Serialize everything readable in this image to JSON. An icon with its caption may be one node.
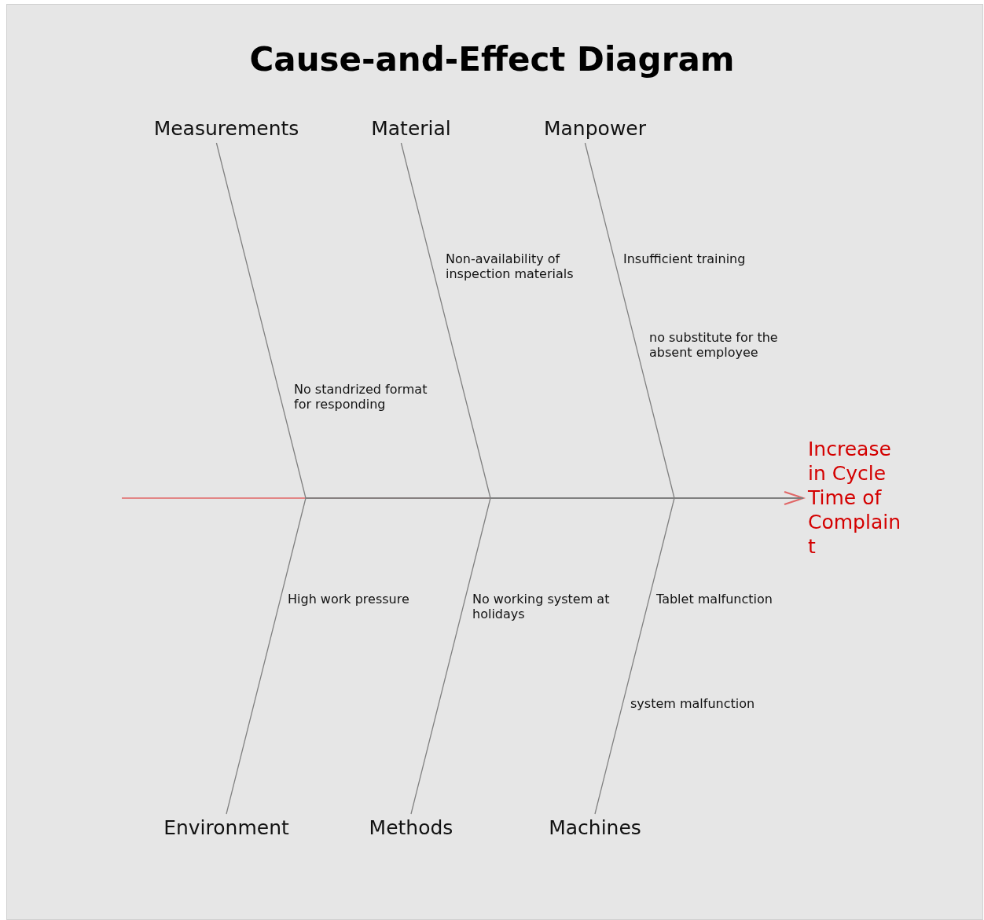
{
  "diagram": {
    "title": "Cause-and-Effect Diagram",
    "nodes": [
      {
        "text": [
          "Measurements"
        ]
      },
      {
        "text": [
          "Material"
        ]
      },
      {
        "text": [
          "Manpower"
        ]
      },
      {
        "text": [
          "Increase in Cycle Time of Complaint"
        ]
      },
      {
        "text": [
          "Environment"
        ]
      },
      {
        "text": [
          "Methods"
        ]
      },
      {
        "text": [
          "Machines"
        ]
      }
    ],
    "edges": [
      {
        "from": null,
        "to": 3,
        "arrow": "to",
        "color": "#e06666"
      },
      {
        "from": 0,
        "to": 3,
        "arrow": "none"
      },
      {
        "from": 1,
        "to": 3,
        "arrow": "none"
      },
      {
        "from": 2,
        "to": 3,
        "arrow": "none"
      },
      {
        "from": 4,
        "to": 3,
        "arrow": "none"
      },
      {
        "from": 5,
        "to": 3,
        "arrow": "none"
      },
      {
        "from": 6,
        "to": 3,
        "arrow": "none"
      }
    ],
    "labels": [
      "Non-availability of inspection materials",
      "Insufficient training",
      "no substitute for the absent employee",
      "No standrized format for responding",
      "High work pressure",
      "No working system at holidays",
      "Tablet malfunction",
      "system malfunction"
    ]
  }
}
